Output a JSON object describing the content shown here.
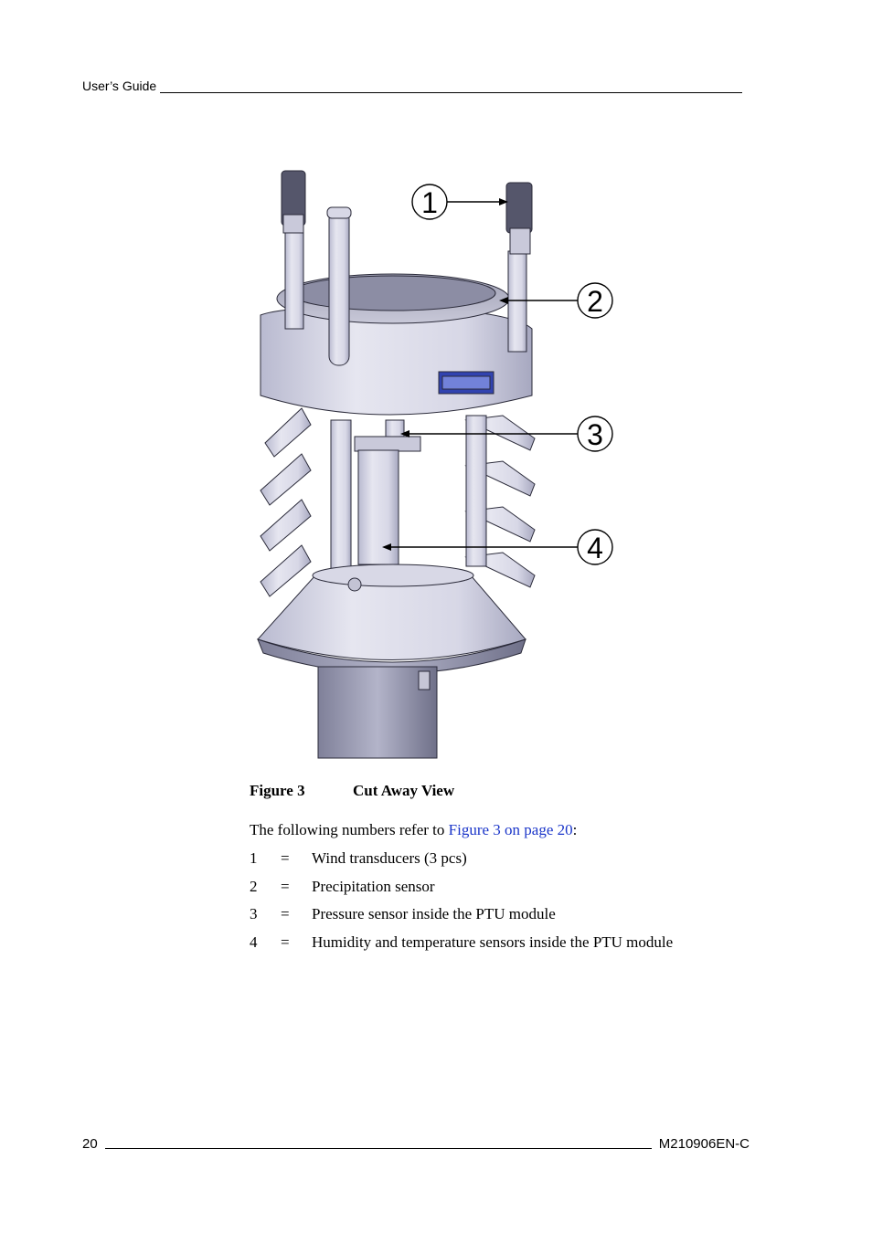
{
  "header": {
    "title": "User’s Guide"
  },
  "figure": {
    "callouts": [
      "1",
      "2",
      "3",
      "4"
    ],
    "caption_number": "Figure 3",
    "caption_title": "Cut Away View"
  },
  "intro": {
    "before": "The following numbers refer to ",
    "link": "Figure 3 on page 20",
    "after": ":"
  },
  "items": [
    {
      "num": "1",
      "eq": "=",
      "text": "Wind transducers (3 pcs)"
    },
    {
      "num": "2",
      "eq": "=",
      "text": "Precipitation sensor"
    },
    {
      "num": "3",
      "eq": "=",
      "text": "Pressure sensor inside the PTU module"
    },
    {
      "num": "4",
      "eq": "=",
      "text": "Humidity and temperature sensors inside the PTU module"
    }
  ],
  "footer": {
    "page": "20",
    "doc_id": "M210906EN-C"
  },
  "colors": {
    "link": "#1a35c9",
    "device_body": "#d9d9e8",
    "device_shadow": "#8f90a8"
  }
}
